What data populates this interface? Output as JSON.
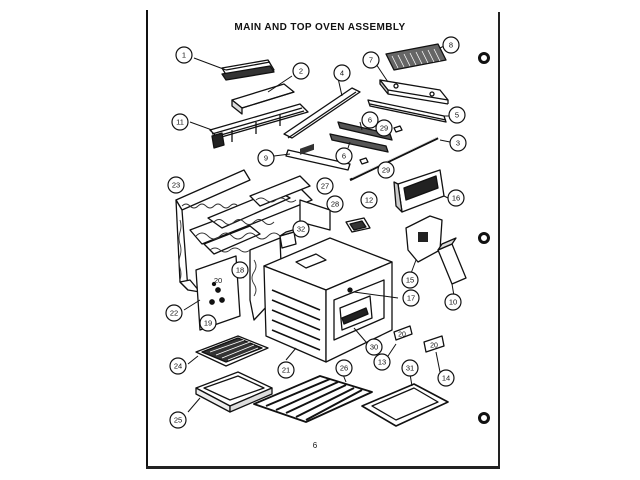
{
  "title": "MAIN AND TOP OVEN ASSEMBLY",
  "page_number": "6",
  "callouts": [
    {
      "id": "c1",
      "label": "1"
    },
    {
      "id": "c2",
      "label": "2"
    },
    {
      "id": "c3",
      "label": "3"
    },
    {
      "id": "c4",
      "label": "4"
    },
    {
      "id": "c5",
      "label": "5"
    },
    {
      "id": "c6a",
      "label": "6"
    },
    {
      "id": "c6b",
      "label": "6"
    },
    {
      "id": "c7",
      "label": "7"
    },
    {
      "id": "c8",
      "label": "8"
    },
    {
      "id": "c9",
      "label": "9"
    },
    {
      "id": "c10",
      "label": "10"
    },
    {
      "id": "c11",
      "label": "11"
    },
    {
      "id": "c12",
      "label": "12"
    },
    {
      "id": "c13",
      "label": "13"
    },
    {
      "id": "c14",
      "label": "14"
    },
    {
      "id": "c15",
      "label": "15"
    },
    {
      "id": "c16",
      "label": "16"
    },
    {
      "id": "c17",
      "label": "17"
    },
    {
      "id": "c18",
      "label": "18"
    },
    {
      "id": "c19",
      "label": "19"
    },
    {
      "id": "c20",
      "label": "20"
    },
    {
      "id": "c21",
      "label": "21"
    },
    {
      "id": "c22",
      "label": "22"
    },
    {
      "id": "c23",
      "label": "23"
    },
    {
      "id": "c24",
      "label": "24"
    },
    {
      "id": "c25",
      "label": "25"
    },
    {
      "id": "c26",
      "label": "26"
    },
    {
      "id": "c27",
      "label": "27"
    },
    {
      "id": "c28",
      "label": "28"
    },
    {
      "id": "c29a",
      "label": "29"
    },
    {
      "id": "c29b",
      "label": "29"
    },
    {
      "id": "c30",
      "label": "30"
    },
    {
      "id": "c31",
      "label": "31"
    },
    {
      "id": "c32",
      "label": "32"
    }
  ],
  "part_tags": [
    {
      "id": "tag20",
      "label": "20"
    },
    {
      "id": "tag13",
      "label": "20"
    },
    {
      "id": "tag14",
      "label": "20"
    }
  ]
}
